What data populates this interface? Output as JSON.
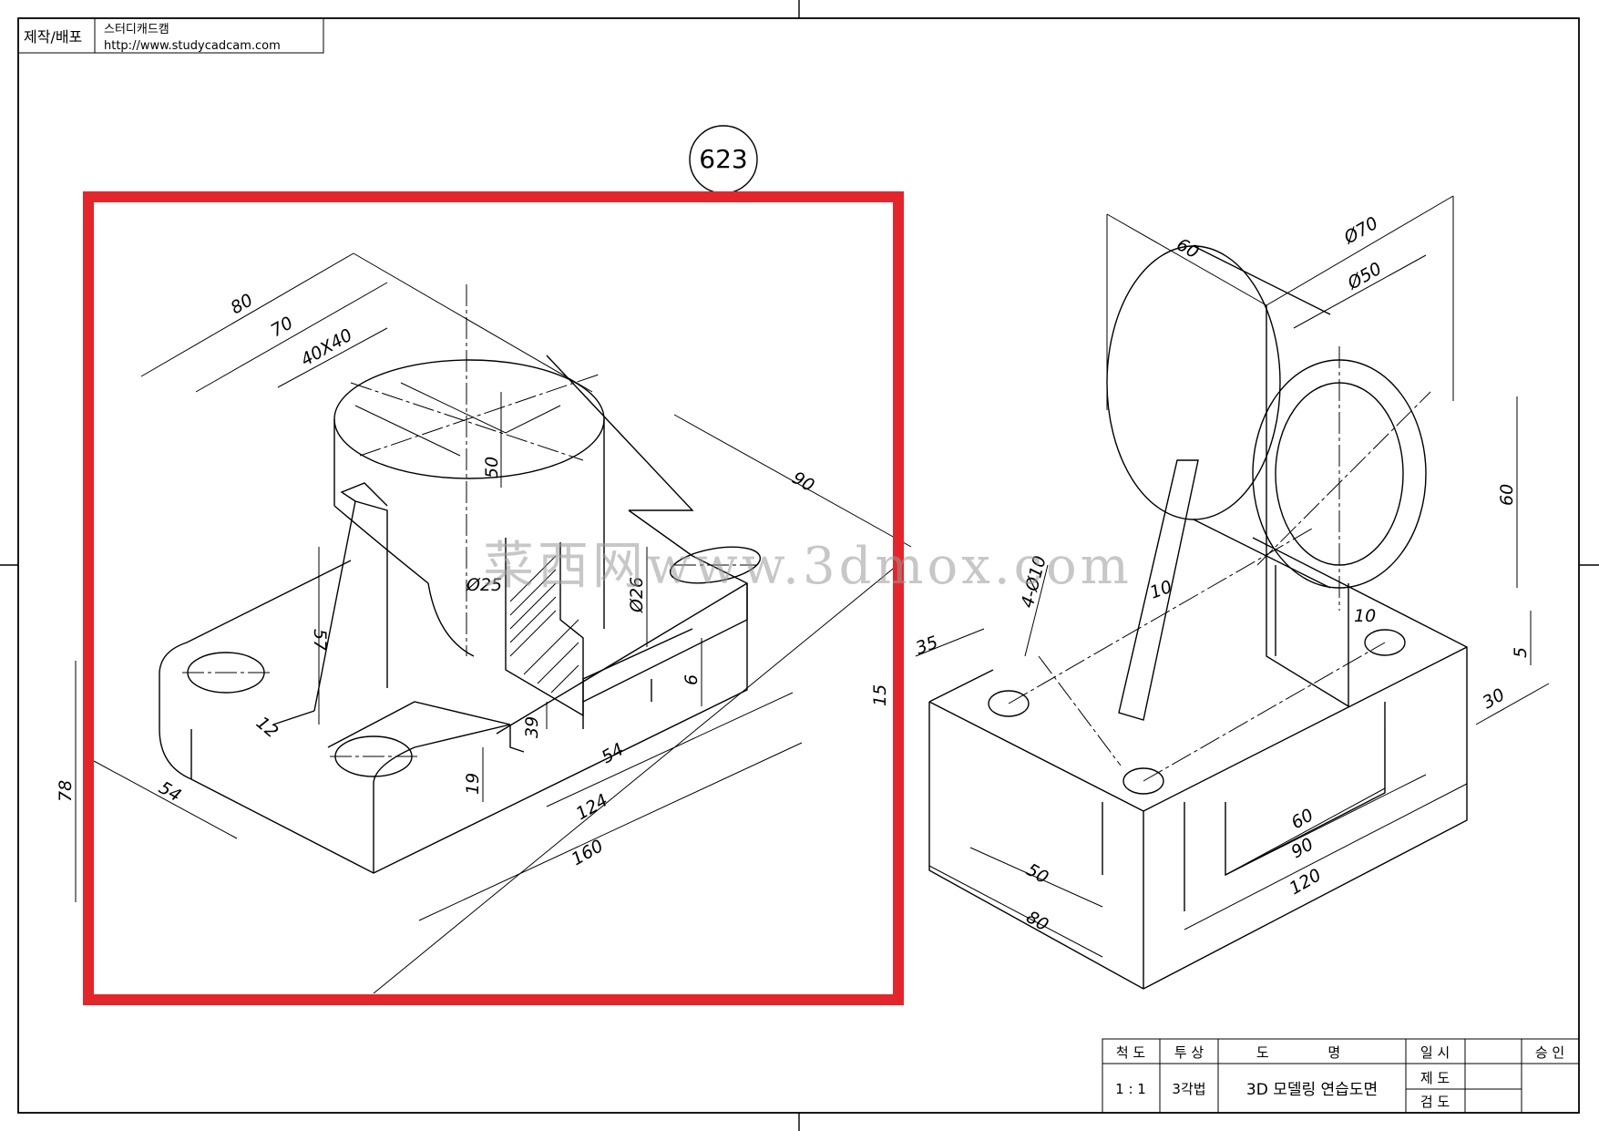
{
  "header": {
    "label": "제작/배포",
    "org_name": "스터디캐드캠",
    "url": "http://www.studycadcam.com"
  },
  "drawing_number": "623",
  "watermark": "菜西网www.3dmox.com",
  "highlight_color": "#e3262c",
  "left_view": {
    "dimensions": [
      "80",
      "70",
      "40X40",
      "50",
      "90",
      "Ø25",
      "Ø26",
      "57",
      "6",
      "12",
      "39",
      "54",
      "19",
      "78",
      "54",
      "124",
      "160"
    ]
  },
  "right_view": {
    "dimensions": [
      "60",
      "Ø70",
      "Ø50",
      "60",
      "4-Ø10",
      "10",
      "10",
      "35",
      "15",
      "5",
      "30",
      "60",
      "90",
      "120",
      "50",
      "80"
    ]
  },
  "title_block": {
    "h_scale": "척 도",
    "h_projection": "투 상",
    "h_title": "도 명",
    "h_date": "일 시",
    "h_approval": "승 인",
    "scale": "1 : 1",
    "projection": "3각법",
    "title": "3D 모델링 연습도면",
    "row_draw": "제 도",
    "row_check": "검 도"
  }
}
